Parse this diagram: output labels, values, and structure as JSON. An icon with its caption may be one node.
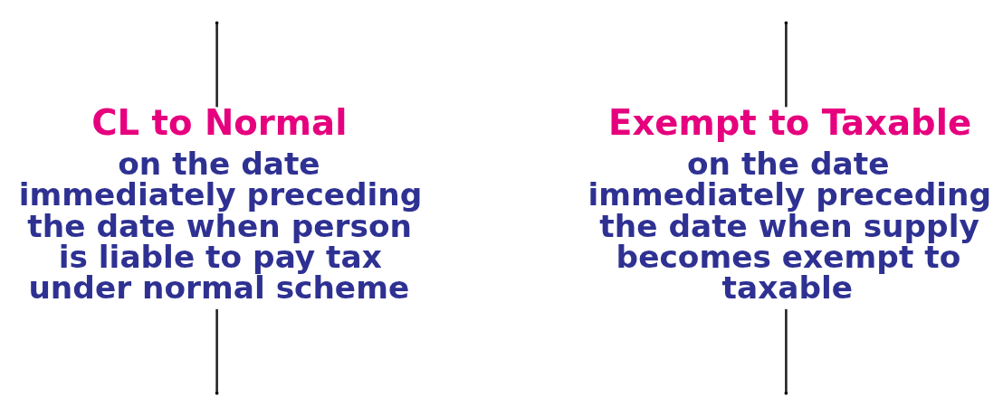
{
  "diagram": {
    "nodes": [
      {
        "text": [
          "CL to Normal",
          "on the date immediately preceding the date when person is liable to pay tax under normal scheme"
        ]
      },
      {
        "text": [
          "Exempt to Taxable",
          "on the date immediately preceding the date when supply becomes exempt to taxable"
        ]
      }
    ],
    "edges": [
      {
        "from": null,
        "to": 0,
        "arrow": "none"
      },
      {
        "from": null,
        "to": 1,
        "arrow": "none"
      },
      {
        "from": 0,
        "to": null,
        "arrow": "none"
      },
      {
        "from": 1,
        "to": null,
        "arrow": "none"
      }
    ]
  }
}
